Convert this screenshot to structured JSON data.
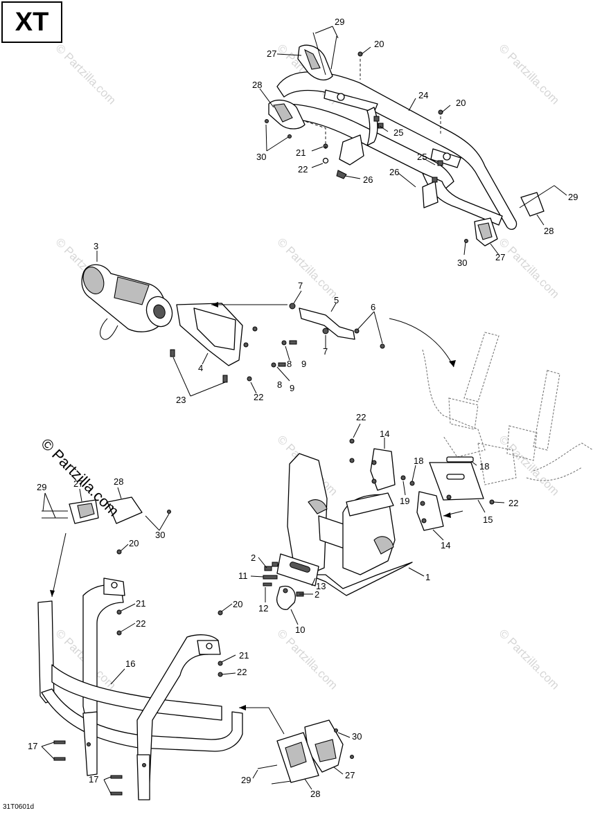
{
  "header": {
    "model_label": "XT"
  },
  "footer": {
    "diagram_code": "31T0601d"
  },
  "watermark": {
    "main_text": "© Partzilla.com",
    "faint_text": "© Partzilla.com"
  },
  "callouts": {
    "c1": "1",
    "c2a": "2",
    "c2b": "2",
    "c3": "3",
    "c4": "4",
    "c5": "5",
    "c6": "6",
    "c7a": "7",
    "c7b": "7",
    "c8a": "8",
    "c8b": "8",
    "c9a": "9",
    "c9b": "9",
    "c10": "10",
    "c11": "11",
    "c12": "12",
    "c13": "13",
    "c14a": "14",
    "c14b": "14",
    "c15": "15",
    "c16": "16",
    "c17a": "17",
    "c17b": "17",
    "c18a": "18",
    "c18b": "18",
    "c19": "19",
    "c20a": "20",
    "c20b": "20",
    "c20c": "20",
    "c20d": "20",
    "c21a": "21",
    "c21b": "21",
    "c21c": "21",
    "c22a": "22",
    "c22b": "22",
    "c22c": "22",
    "c22d": "22",
    "c22e": "22",
    "c22f": "22",
    "c23": "23",
    "c24": "24",
    "c25a": "25",
    "c25b": "25",
    "c26a": "26",
    "c26b": "26",
    "c27a": "27",
    "c27b": "27",
    "c27c": "27",
    "c27d": "27",
    "c28a": "28",
    "c28b": "28",
    "c28c": "28",
    "c28d": "28",
    "c29a": "29",
    "c29b": "29",
    "c29c": "29",
    "c29d": "29",
    "c30a": "30",
    "c30b": "30",
    "c30c": "30",
    "c30d": "30"
  }
}
